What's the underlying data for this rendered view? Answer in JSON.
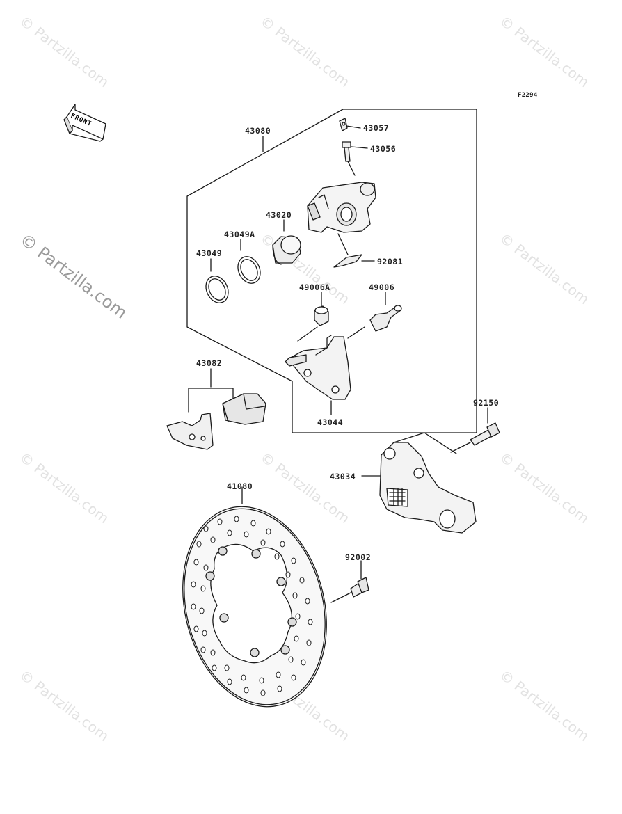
{
  "figure_code": "F2294",
  "front_label": "FRONT",
  "watermark_text": "© Partzilla.com",
  "parts": {
    "p43080": "43080",
    "p43057": "43057",
    "p43056": "43056",
    "p43020": "43020",
    "p43049A": "43049A",
    "p43049": "43049",
    "p92081": "92081",
    "p49006A": "49006A",
    "p49006": "49006",
    "p43082": "43082",
    "p43044": "43044",
    "p92150": "92150",
    "p43034": "43034",
    "p41080": "41080",
    "p92002": "92002"
  },
  "colors": {
    "line": "#1a1a1a",
    "part_fill": "#f2f2f2",
    "part_shade": "#cfcfcf",
    "watermark": "#e2e2e2"
  }
}
